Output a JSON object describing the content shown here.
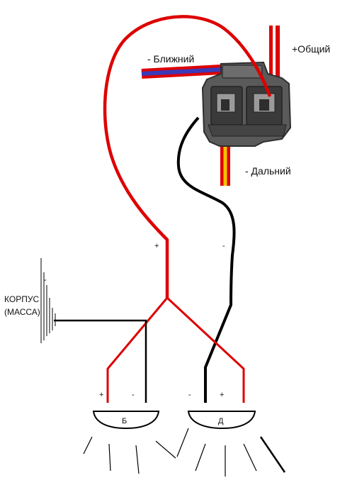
{
  "labels": {
    "low_beam": "- Ближний",
    "common": "+Общий",
    "high_beam": "- Дальний",
    "body_line1": "КОРПУС",
    "body_line2": "(МАССА)",
    "plus_main": "+",
    "minus_main": "-",
    "lamp_b": "Б",
    "lamp_d": "Д",
    "lamp_b_plus": "+",
    "lamp_b_minus": "-",
    "lamp_d_minus": "-",
    "lamp_d_plus": "+",
    "connector_minus_top": "-",
    "ground_minus": "-"
  },
  "colors": {
    "red_wire": "#dd0000",
    "black_wire": "#000000",
    "blue_wire": "#3a3ab8",
    "yellow_stripe": "#f2c200",
    "connector_body": "#5a5a5a",
    "connector_dark": "#2e2e2e",
    "connector_light": "#9a9a9a"
  }
}
